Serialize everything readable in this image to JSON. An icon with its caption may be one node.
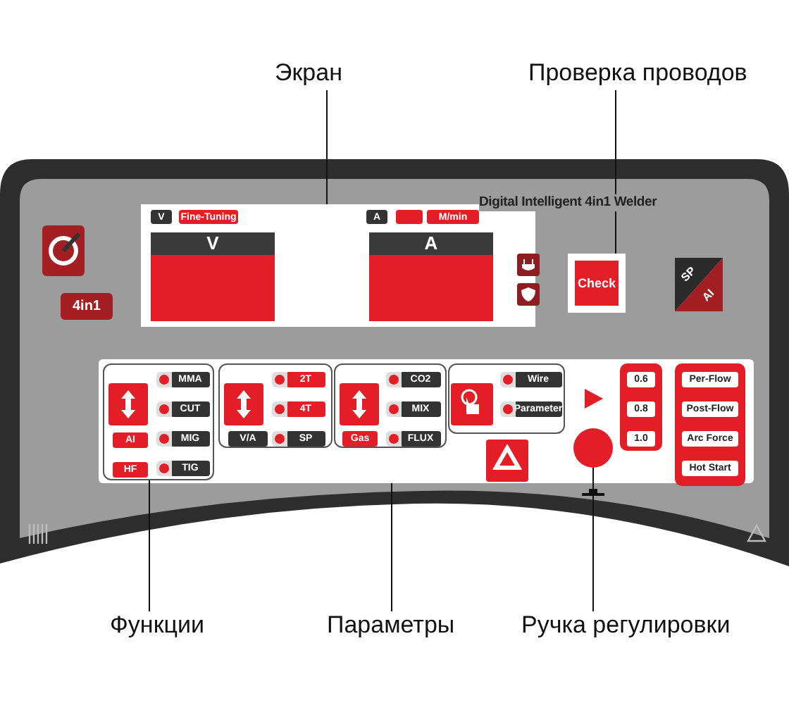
{
  "diagram": {
    "nodes": [
      {
        "text": [
          "Экран"
        ]
      },
      {
        "text": [
          "Проверка проводов"
        ]
      },
      {
        "text": [
          "Функции"
        ]
      },
      {
        "text": [
          "Параметры"
        ]
      },
      {
        "text": [
          "Ручка регулировки"
        ]
      },
      {
        "text": [],
        "shape": "box"
      },
      {
        "text": [
          "Check"
        ]
      },
      {
        "text": [],
        "shape": "box"
      },
      {
        "text": [],
        "shape": "box",
        "in": 7
      },
      {
        "text": [],
        "shape": "circle",
        "in": 7
      }
    ],
    "edges": [
      {
        "from": 0,
        "to": 5,
        "arrow": "none"
      },
      {
        "from": 1,
        "to": 6,
        "arrow": "none"
      },
      {
        "from": 2,
        "to": 8,
        "arrow": "none"
      },
      {
        "from": 3,
        "to": 7,
        "arrow": "none"
      },
      {
        "from": 4,
        "to": 9,
        "arrow": "none"
      }
    ],
    "labels": [
      "Digital Intelligent 4in1 Welder",
      "4in1",
      "V",
      "Fine-Tuning",
      "A",
      "M/min",
      "V",
      "A",
      "SP",
      "AI",
      "MMA",
      "CUT",
      "AI",
      "MIG",
      "HF",
      "TIG",
      "2T",
      "4T",
      "V/A",
      "SP",
      "CO2",
      "MIX",
      "Gas",
      "FLUX",
      "Wire",
      "Parameter",
      "0.6",
      "0.8",
      "1.0",
      "Per-Flow",
      "Post-Flow",
      "Arc Force",
      "Hot Start"
    ]
  }
}
